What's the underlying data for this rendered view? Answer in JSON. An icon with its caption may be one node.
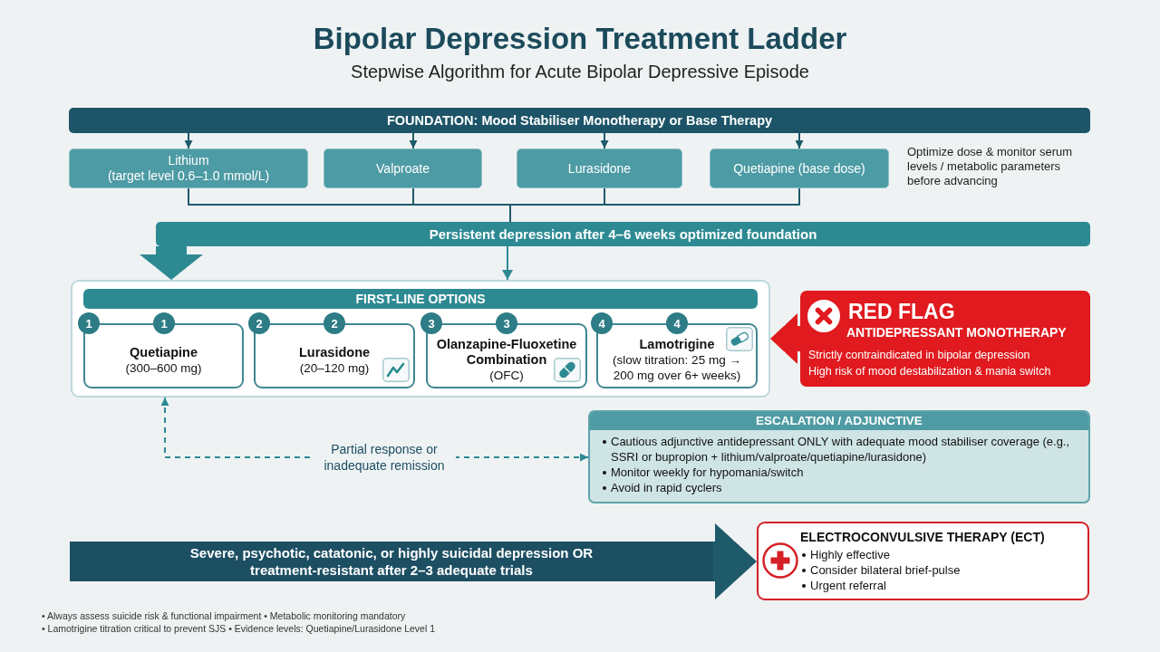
{
  "diagram": {
    "title": "Bipolar Depression Treatment Ladder",
    "nodes": [
      {
        "text": [
          "FOUNDATION: Mood Stabiliser Monotherapy or Base Therapy"
        ]
      },
      {
        "text": [
          "Lithium",
          "(target level 0.6–1.0 mmol/L)"
        ]
      },
      {
        "text": [
          "Valproate"
        ]
      },
      {
        "text": [
          "Lurasidone"
        ]
      },
      {
        "text": [
          "Quetiapine (base dose)"
        ]
      },
      {
        "text": [
          "Persistent depression after 4–6 weeks optimized foundation"
        ]
      },
      {
        "text": [],
        "shape": "box"
      },
      {
        "text": [
          "FIRST-LINE OPTIONS"
        ],
        "in": 6
      },
      {
        "text": [
          "1"
        ],
        "in": 6
      },
      {
        "text": [
          "1"
        ],
        "in": 6
      },
      {
        "text": [
          "Quetiapine",
          "(300–600 mg)"
        ],
        "in": 6
      },
      {
        "text": [
          "2"
        ],
        "in": 6
      },
      {
        "text": [
          "2"
        ],
        "in": 6
      },
      {
        "text": [
          "Lurasidone",
          "(20–120 mg)"
        ],
        "in": 6
      },
      {
        "text": [
          "3"
        ],
        "in": 6
      },
      {
        "text": [
          "3"
        ],
        "in": 6
      },
      {
        "text": [
          "Olanzapine-Fluoxetine Combination",
          "(OFC)"
        ],
        "in": 6
      },
      {
        "text": [
          "4"
        ],
        "in": 6
      },
      {
        "text": [
          "4"
        ],
        "in": 6
      },
      {
        "text": [
          "Lamotrigine",
          "(slow titration: 25 mg → 200 mg over 6+ weeks)"
        ],
        "in": 6
      },
      {
        "text": [
          "RED FLAG",
          "ANTIDEPRESSANT MONOTHERAPY",
          "Strictly contraindicated in bipolar depression",
          "High risk of mood destabilization & mania switch"
        ]
      },
      {
        "text": [
          "ESCALATION / ADJUNCTIVE",
          "Cautious adjunctive antidepressant ONLY with adequate mood stabiliser coverage (e.g., SSRI or bupropion + lithium/valproate/quetiapine/lurasidone)",
          "Monitor weekly for hypomania/switch",
          "Avoid in rapid cyclers"
        ]
      },
      {
        "text": [
          "Severe, psychotic, catatonic, or highly suicidal depression OR treatment-resistant after 2–3 adequate trials"
        ]
      },
      {
        "text": [
          "ELECTROCONVULSIVE THERAPY (ECT)",
          "Highly effective",
          "Consider bilateral brief-pulse",
          "Urgent referral"
        ]
      }
    ],
    "edges": [
      {
        "from": 0,
        "to": 1,
        "arrow": "to"
      },
      {
        "from": 0,
        "to": 2,
        "arrow": "to"
      },
      {
        "from": 0,
        "to": 3,
        "arrow": "to"
      },
      {
        "from": 0,
        "to": 4,
        "arrow": "to"
      },
      {
        "from": 1,
        "to": 5,
        "arrow": "none"
      },
      {
        "from": 2,
        "to": 5,
        "arrow": "none"
      },
      {
        "from": 3,
        "to": 5,
        "arrow": "none"
      },
      {
        "from": 4,
        "to": 5,
        "arrow": "none"
      },
      {
        "from": 5,
        "to": 6,
        "arrow": "to",
        "style": "thick",
        "color": "#2d8a93"
      },
      {
        "from": 5,
        "to": 6,
        "arrow": "to",
        "color": "#2d8a93"
      },
      {
        "from": 20,
        "to": 6,
        "arrow": "to",
        "style": "thick",
        "color": "#e01a1f"
      },
      {
        "from": 6,
        "to": 21,
        "arrow": "both",
        "style": "dashed",
        "color": "#2d8a93",
        "label": "Partial response or inadequate remission"
      },
      {
        "from": 22,
        "to": 23,
        "arrow": "to",
        "style": "thick"
      }
    ],
    "labels": [
      "Stepwise Algorithm for Acute Bipolar Depressive Episode",
      "Optimize dose & monitor serum levels / metabolic parameters before advancing",
      "• Always assess suicide risk & functional impairment • Metabolic monitoring mandatory",
      "• Lamotrigine titration critical to prevent SJS • Evidence levels: Quetiapine/Lurasidone Level 1"
    ]
  }
}
